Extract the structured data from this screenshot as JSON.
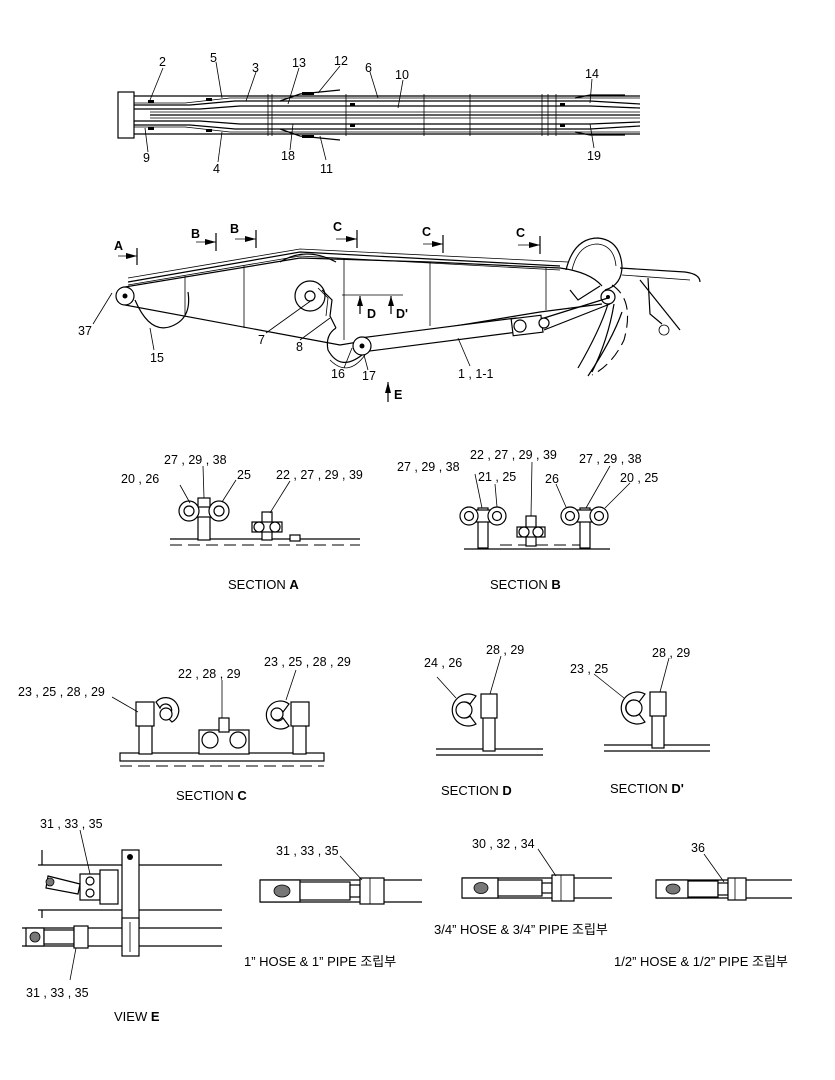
{
  "top_view": {
    "callouts": [
      "2",
      "5",
      "3",
      "13",
      "12",
      "6",
      "10",
      "14",
      "9",
      "4",
      "18",
      "11",
      "19"
    ]
  },
  "side_view": {
    "callouts": [
      "37",
      "15",
      "7",
      "8",
      "16",
      "17",
      "1 , 1-1"
    ],
    "section_markers": [
      "A",
      "B",
      "B",
      "C",
      "C",
      "C",
      "D",
      "D'",
      "E"
    ]
  },
  "section_a": {
    "title": "SECTION",
    "letter": "A",
    "callouts": [
      "27 , 29 , 38",
      "20 , 26",
      "25",
      "22 , 27 , 29 , 39"
    ]
  },
  "section_b": {
    "title": "SECTION",
    "letter": "B",
    "callouts": [
      "22 , 27 , 29 , 39",
      "27 , 29 , 38",
      "21 , 25",
      "27 , 29 , 38",
      "26",
      "20 , 25"
    ]
  },
  "section_c": {
    "title": "SECTION",
    "letter": "C",
    "callouts": [
      "22 , 28 , 29",
      "23 , 25 , 28 , 29",
      "23 , 25 , 28 , 29"
    ]
  },
  "section_d": {
    "title": "SECTION",
    "letter": "D",
    "callouts": [
      "28 , 29",
      "24 , 26"
    ]
  },
  "section_d2": {
    "title": "SECTION",
    "letter": "D'",
    "callouts": [
      "28 , 29",
      "23 , 25"
    ]
  },
  "view_e": {
    "title": "VIEW",
    "letter": "E",
    "callouts": [
      "31 , 33 , 35",
      "31 , 33 , 35"
    ]
  },
  "assemblies": {
    "one_inch": {
      "callout": "31 , 33 , 35",
      "caption": "1” HOSE & 1” PIPE 조립부"
    },
    "three_quarter": {
      "callout": "30 , 32 , 34",
      "caption": "3/4” HOSE & 3/4” PIPE 조립부"
    },
    "half_inch": {
      "callout": "36",
      "caption": "1/2” HOSE & 1/2” PIPE 조립부"
    }
  }
}
